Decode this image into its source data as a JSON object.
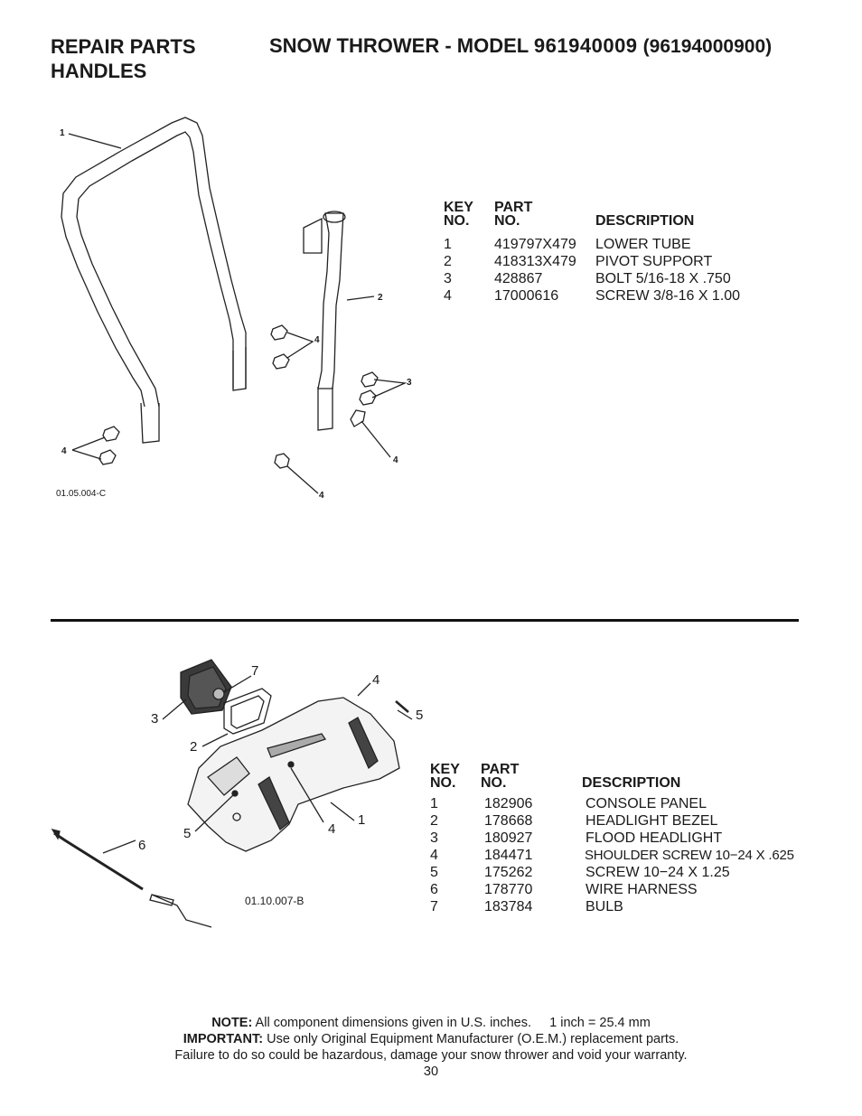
{
  "header": {
    "section": "REPAIR PARTS",
    "subsection": "HANDLES",
    "model_prefix": "SNOW THROWER - MODEL",
    "model_number": "961940009",
    "model_alt": "(96194000900)"
  },
  "diagram1": {
    "ref": "01.05.004-C",
    "callouts": [
      "1",
      "2",
      "3",
      "4",
      "4",
      "4",
      "4"
    ]
  },
  "table1": {
    "headers": {
      "key_line1": "KEY",
      "key_line2": "NO.",
      "part_line1": "PART",
      "part_line2": "NO.",
      "desc": "DESCRIPTION"
    },
    "rows": [
      {
        "key": "1",
        "part": "419797X479",
        "desc": "LOWER TUBE"
      },
      {
        "key": "2",
        "part": "418313X479",
        "desc": "PIVOT SUPPORT"
      },
      {
        "key": "3",
        "part": "428867",
        "desc": "BOLT 5/16-18 X .750"
      },
      {
        "key": "4",
        "part": "17000616",
        "desc": "SCREW 3/8-16 X 1.00"
      }
    ]
  },
  "diagram2": {
    "ref": "01.10.007-B",
    "callouts": [
      "7",
      "4",
      "3",
      "5",
      "2",
      "6",
      "5",
      "4",
      "1"
    ]
  },
  "table2": {
    "headers": {
      "key_line1": "KEY",
      "key_line2": "NO.",
      "part_line1": "PART",
      "part_line2": "NO.",
      "desc": "DESCRIPTION"
    },
    "rows": [
      {
        "key": "1",
        "part": "182906",
        "desc": "CONSOLE PANEL"
      },
      {
        "key": "2",
        "part": "178668",
        "desc": "HEADLIGHT BEZEL"
      },
      {
        "key": "3",
        "part": "180927",
        "desc": "FLOOD HEADLIGHT"
      },
      {
        "key": "4",
        "part": "184471",
        "desc": "SHOULDER SCREW 10−24 X .625"
      },
      {
        "key": "5",
        "part": "175262",
        "desc": "SCREW 10−24 X 1.25"
      },
      {
        "key": "6",
        "part": "178770",
        "desc": "WIRE HARNESS"
      },
      {
        "key": "7",
        "part": "183784",
        "desc": "BULB"
      }
    ]
  },
  "footer": {
    "note_label": "NOTE:",
    "note_text": "All component dimensions given in U.S. inches.",
    "conversion": "1 inch = 25.4 mm",
    "important_label": "IMPORTANT:",
    "important_text": "Use only Original Equipment Manufacturer (O.E.M.) replacement parts.",
    "warning": "Failure to do so could be hazardous, damage your snow thrower and void your warranty.",
    "page_number": "30"
  }
}
